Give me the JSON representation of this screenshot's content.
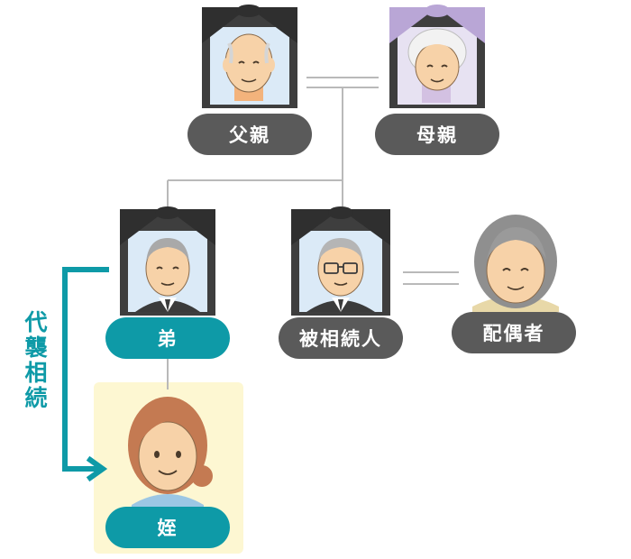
{
  "labels": {
    "father": "父親",
    "mother": "母親",
    "brother": "弟",
    "deceased": "被相続人",
    "spouse": "配偶者",
    "nephew": "姪"
  },
  "annotation": {
    "chars": [
      "代",
      "襲",
      "相",
      "続"
    ]
  },
  "colors": {
    "label_dark": "#5a5a5a",
    "label_teal": "#0e9aa7",
    "arrow": "#0e9aa7",
    "line": "#b9b9b9",
    "frame": "#3e3e3e",
    "ribbon_black": "#2f2f2f",
    "ribbon_purple": "#b9a6d6",
    "highlight": "#fdf7d2",
    "skin": "#f7d2a8"
  }
}
